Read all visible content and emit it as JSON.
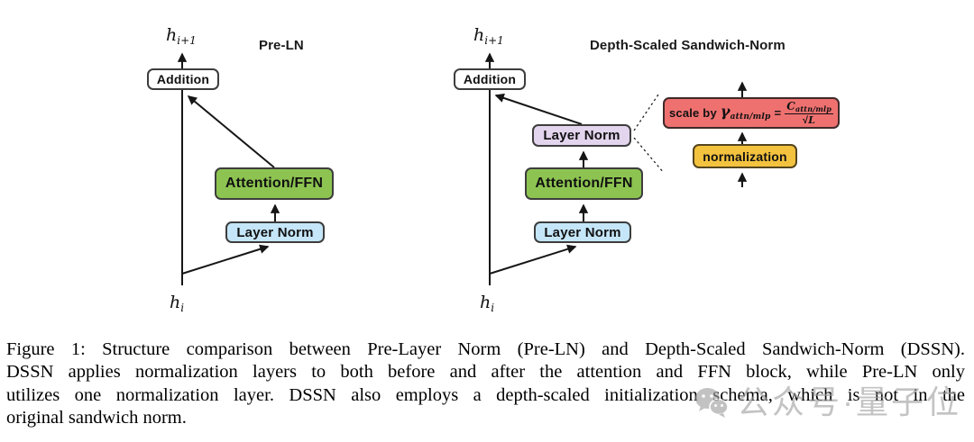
{
  "figure": {
    "left_diagram": {
      "title": "Pre-LN",
      "output_label": {
        "base": "h",
        "sub": "i+1"
      },
      "input_label": {
        "base": "h",
        "sub": "i"
      },
      "nodes": {
        "addition": "Addition",
        "attention_ffn": "Attention/FFN",
        "layer_norm": "Layer Norm"
      }
    },
    "right_diagram": {
      "title": "Depth-Scaled Sandwich-Norm",
      "output_label": {
        "base": "h",
        "sub": "i+1"
      },
      "input_label": {
        "base": "h",
        "sub": "i"
      },
      "nodes": {
        "addition": "Addition",
        "post_layer_norm": "Layer Norm",
        "attention_ffn": "Attention/FFN",
        "pre_layer_norm": "Layer Norm"
      }
    },
    "callout": {
      "scale_prefix": "scale by",
      "gamma": "γ",
      "gamma_sub": "attn/mlp",
      "equals": "=",
      "frac_num_base": "C",
      "frac_num_sub": "attn/mlp",
      "frac_den_radical": "√",
      "frac_den_var": "L",
      "normalization": "normalization"
    },
    "colors": {
      "attention_ffn": "#8dc451",
      "layer_norm_blue": "#c5e6f8",
      "layer_norm_purple": "#e4d5ee",
      "scale_red": "#ee7170",
      "normalization_yellow": "#f3c23e",
      "border_dark": "#3d3d3d",
      "wire": "#161616"
    }
  },
  "caption": {
    "lines": [
      "Figure 1: Structure comparison between Pre-Layer Norm (Pre-LN) and Depth-Scaled Sandwich-Norm (DSSN).",
      "DSSN applies normalization layers to both before and after the attention and FFN block, while Pre-LN only",
      "utilizes one normalization layer. DSSN also employs a depth-scaled initialization schema, which is not in the",
      "original sandwich norm."
    ]
  },
  "watermark": {
    "text": "公众号·量子位"
  }
}
